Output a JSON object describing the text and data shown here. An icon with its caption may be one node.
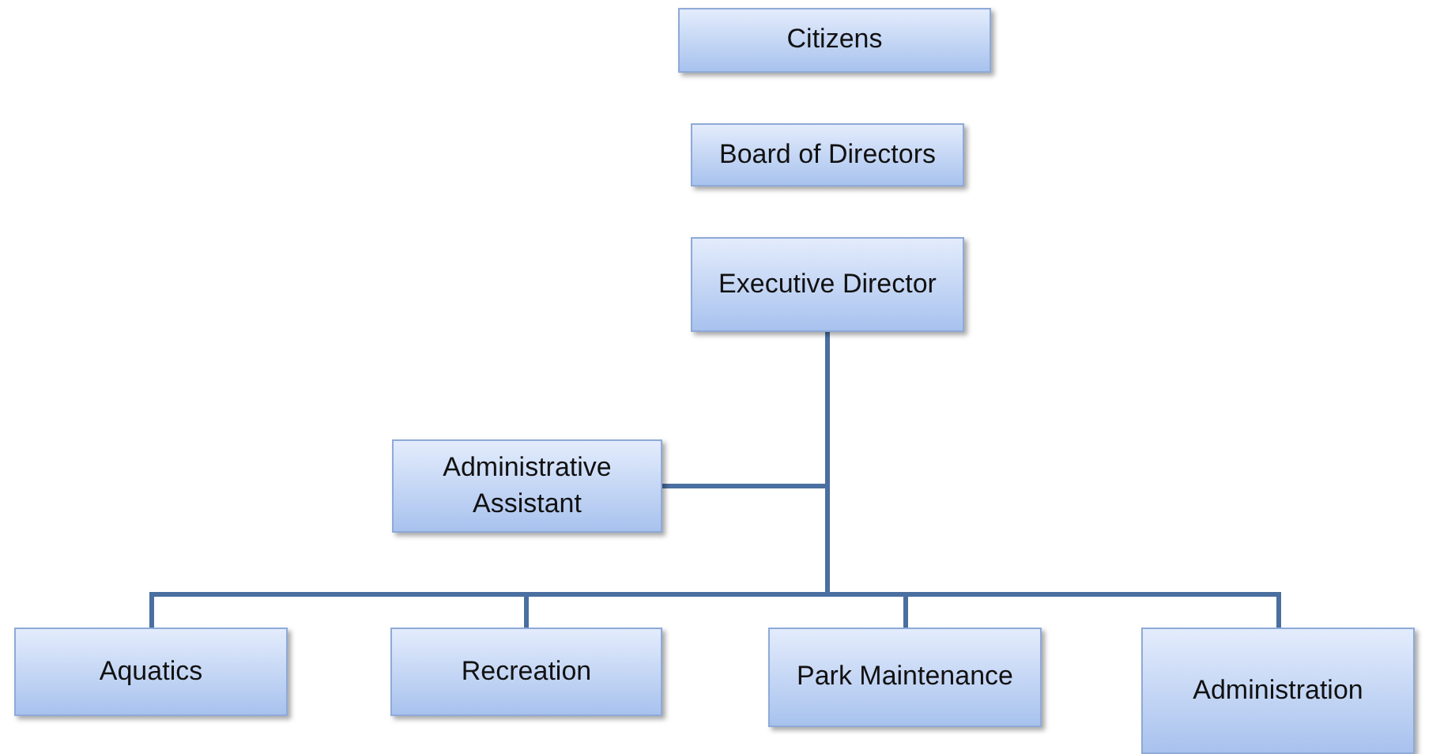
{
  "diagram": {
    "nodes": [
      {
        "text": [
          "Citizens"
        ]
      },
      {
        "text": [
          "Board of Directors"
        ]
      },
      {
        "text": [
          "Executive Director"
        ]
      },
      {
        "text": [
          "Administrative Assistant"
        ]
      },
      {
        "text": [
          "Aquatics"
        ]
      },
      {
        "text": [
          "Recreation"
        ]
      },
      {
        "text": [
          "Park Maintenance"
        ]
      },
      {
        "text": [
          "Administration"
        ]
      }
    ],
    "edges": [
      {
        "from": 2,
        "to": 3,
        "arrow": "none"
      },
      {
        "from": 2,
        "to": 4,
        "arrow": "none"
      },
      {
        "from": 2,
        "to": 5,
        "arrow": "none"
      },
      {
        "from": 2,
        "to": 6,
        "arrow": "none"
      },
      {
        "from": 2,
        "to": 7,
        "arrow": "none"
      }
    ]
  }
}
